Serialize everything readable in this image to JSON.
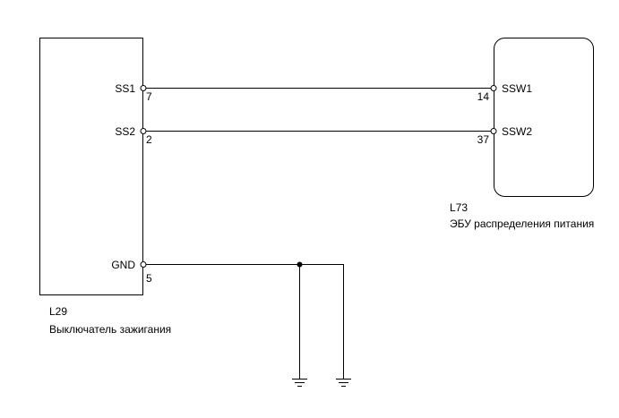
{
  "left_component": {
    "id": "L29",
    "name": "Выключатель зажигания",
    "pins": [
      {
        "label": "SS1",
        "number": "7"
      },
      {
        "label": "SS2",
        "number": "2"
      },
      {
        "label": "GND",
        "number": "5"
      }
    ]
  },
  "right_component": {
    "id": "L73",
    "name": "ЭБУ распределения питания",
    "pins": [
      {
        "label": "SSW1",
        "number": "14"
      },
      {
        "label": "SSW2",
        "number": "37"
      }
    ]
  }
}
